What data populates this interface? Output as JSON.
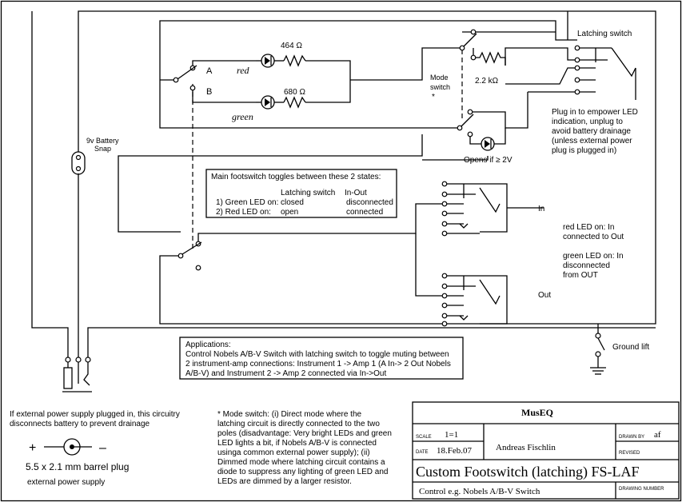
{
  "labels": {
    "latching_switch": "Latching switch",
    "r_464": "464 Ω",
    "r_680": "680 Ω",
    "r_22k": "2.2 kΩ",
    "red": "red",
    "green": "green",
    "label_a": "A",
    "label_b": "B",
    "mode": "Mode",
    "switch": "switch",
    "star": "*",
    "battery_line1": "9v Battery",
    "battery_line2": "Snap",
    "opens_if": "Opens if ≥ 2V",
    "in": "In",
    "out": "Out",
    "ground_lift": "Ground lift",
    "plug_in_note": [
      "Plug in to empower LED",
      "indication, unplug to",
      "avoid battery drainage",
      "(unless external power",
      "plug is plugged in)"
    ],
    "red_led_note": [
      "red LED on: In",
      "connected to Out"
    ],
    "green_led_note": [
      "green LED on: In",
      "disconnected",
      "from OUT"
    ],
    "ext_power_note": [
      "If external power supply plugged in, this circuitry",
      "disconnects battery to prevent drainage"
    ],
    "plus": "+",
    "minus": "–",
    "barrel_line1": "5.5 x 2.1 mm barrel plug",
    "barrel_line2": "external power supply",
    "mode_note": [
      "* Mode switch: (i) Direct mode where the",
      "latching circuit is directly connected to the two",
      "poles (disadvantage: Very bright LEDs and green",
      "LED lights a bit, if Nobels A/B-V is connected",
      "usinga common external power supply); (ii)",
      "Dimmed mode where latching circuit contains a",
      "diode to suppress any lighting of green LED and",
      "LEDs are dimmed by a larger resistor."
    ]
  },
  "states_box": {
    "title": "Main footswitch toggles between these 2 states:",
    "col1": "Latching switch",
    "col2": "In-Out",
    "rows": [
      {
        "label": "1) Green LED on:",
        "latch": "closed",
        "inout": "disconnected"
      },
      {
        "label": "2) Red LED on:",
        "latch": "open",
        "inout": "connected"
      }
    ]
  },
  "applications": [
    "Applications:",
    "Control Nobels A/B-V Switch with latching switch to toggle muting between",
    "2 instrument-amp connections: Instrument 1 -> Amp 1 (A In-> 2 Out Nobels",
    "A/B-V) and Instrument 2 -> Amp 2 connected via In->Out"
  ],
  "title_block": {
    "company": "MusEQ",
    "scale_label": "SCALE",
    "scale_value": "1=1",
    "drawn_by_label": "DRAWN BY",
    "drawn_by_value": "af",
    "date_label": "DATE",
    "date_value": "18.Feb.07",
    "author": "Andreas Fischlin",
    "revised_label": "REVISED",
    "title": "Custom Footswitch (latching) FS-LAF",
    "subtitle": "Control e.g. Nobels A/B-V Switch",
    "drawing_number_label": "DRAWING NUMBER"
  }
}
